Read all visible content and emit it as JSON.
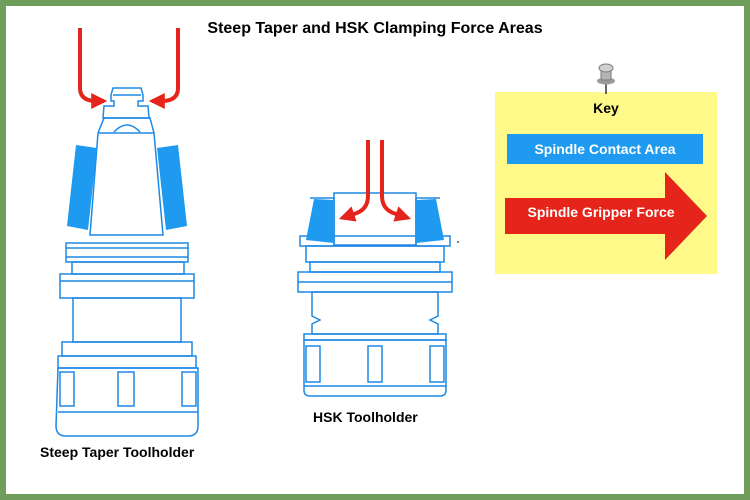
{
  "title": "Steep Taper and HSK Clamping Force Areas",
  "captions": {
    "steep": "Steep Taper Toolholder",
    "hsk": "HSK Toolholder"
  },
  "key": {
    "title": "Key",
    "contact_label": "Spindle Contact Area",
    "force_label": "Spindle Gripper  Force"
  },
  "icons": {
    "pin": "pushpin-icon"
  },
  "colors": {
    "frame": "#6f9e5c",
    "contact_area": "#1e9bf0",
    "gripper_force": "#e5251b",
    "key_background": "#fef989",
    "outline": "#1e88e5"
  }
}
